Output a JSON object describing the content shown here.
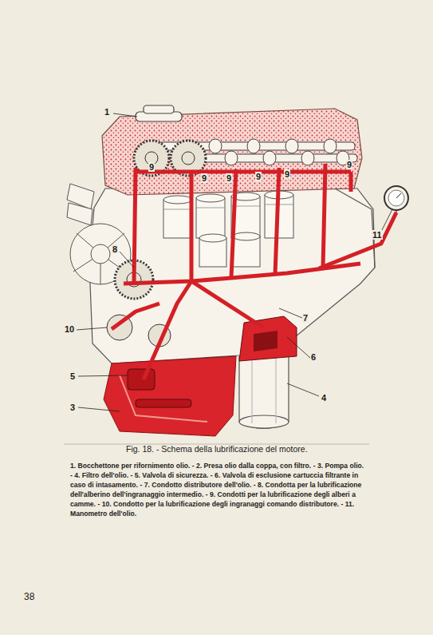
{
  "diagram": {
    "caption": "Fig. 18. - Schema della lubrificazione del motore.",
    "labels": [
      "1",
      "9",
      "9",
      "9",
      "9",
      "9",
      "9",
      "11",
      "8",
      "10",
      "5",
      "3",
      "4",
      "6",
      "7",
      "1. Bocchettone per rifornimento olio. - 2. Presa olio dalla coppa, con filtro. - 3. Pompa olio. - 4. Filtro dell'olio. - 5. Valvola di sicurezza. - 6. Valvola di esclusione cartuccia filtrante in caso di intasamento. - 7. Condotto distributore dell'olio. - 8. Condotta per la lubrificazione dell'alberino dell'ingranaggio intermedio. - 9. Condotti per la lubrificazione degli alberi a camme. - 10. Condotto per la lubrificazione degli ingranaggi comando distributore. - 11. Manometro dell'olio.",
      "38"
    ]
  }
}
